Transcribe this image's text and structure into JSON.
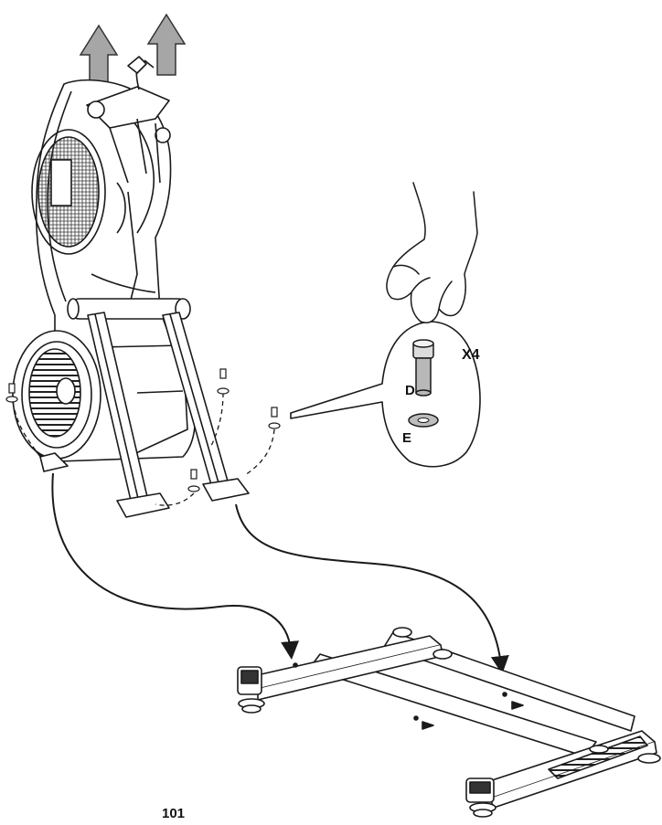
{
  "page": {
    "number": "101"
  },
  "callout": {
    "quantity": "X4",
    "bolt_label": "D",
    "washer_label": "E"
  },
  "colors": {
    "line": "#1a1a1a",
    "arrow_fill": "#a6a6a6",
    "panel": "#e8e8e8"
  },
  "icons": {
    "lift_arrow": "up-arrow-icon",
    "hand": "hand-icon",
    "bolt": "hex-bolt-icon",
    "washer": "washer-icon"
  }
}
